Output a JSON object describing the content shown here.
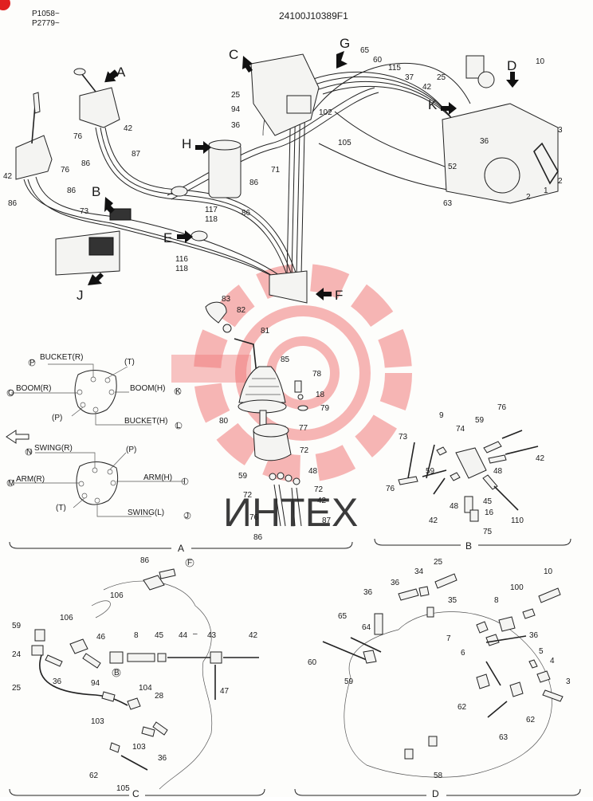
{
  "header": {
    "serial_line_1": "P1058~",
    "serial_line_2": "P2779~",
    "drawing_number": "24100J10389F1"
  },
  "watermark": {
    "text": "ИНТЕХ",
    "color": "#f07a7a"
  },
  "view_arrows": [
    "A",
    "B",
    "C",
    "D",
    "E",
    "F",
    "G",
    "H",
    "J",
    "K"
  ],
  "main_view": {
    "part_numbers": [
      "65",
      "60",
      "115",
      "37",
      "42",
      "25",
      "10",
      "3",
      "2",
      "1",
      "2",
      "52",
      "63",
      "36",
      "102",
      "105",
      "25",
      "94",
      "36",
      "71",
      "86",
      "86",
      "117",
      "118",
      "116",
      "118",
      "42",
      "87",
      "76",
      "86",
      "86",
      "76",
      "42",
      "86",
      "73"
    ]
  },
  "lever_view": {
    "part_numbers": [
      "83",
      "82",
      "81",
      "85",
      "78",
      "18",
      "79",
      "80",
      "77",
      "72",
      "48",
      "59",
      "72",
      "72",
      "42",
      "76",
      "87",
      "86"
    ]
  },
  "port_diagram_1": {
    "labels": [
      "BUCKET(R)",
      "(T)",
      "BOOM(R)",
      "BOOM(H)",
      "(P)",
      "BUCKET(H)"
    ],
    "markers": [
      "P",
      "O",
      "K",
      "L"
    ]
  },
  "port_diagram_2": {
    "labels": [
      "SWING(R)",
      "(P)",
      "ARM(R)",
      "ARM(H)",
      "(T)",
      "SWING(L)"
    ],
    "markers": [
      "N",
      "M",
      "I",
      "J"
    ]
  },
  "detail_b": {
    "title": "B",
    "part_numbers": [
      "9",
      "74",
      "59",
      "76",
      "73",
      "42",
      "59",
      "48",
      "76",
      "48",
      "45",
      "42",
      "16",
      "110",
      "75"
    ]
  },
  "detail_a_title": "A",
  "detail_c": {
    "title": "C",
    "part_numbers": [
      "86",
      "106",
      "59",
      "106",
      "46",
      "8",
      "45",
      "44",
      "43",
      "42",
      "24",
      "36",
      "94",
      "47",
      "25",
      "104",
      "28",
      "103",
      "103",
      "36",
      "62",
      "105"
    ],
    "markers": [
      "F",
      "B"
    ],
    "dash": "–"
  },
  "detail_d": {
    "title": "D",
    "part_numbers": [
      "25",
      "34",
      "36",
      "35",
      "10",
      "100",
      "8",
      "36",
      "65",
      "64",
      "7",
      "6",
      "36",
      "5",
      "4",
      "3",
      "60",
      "59",
      "62",
      "62",
      "63",
      "58"
    ]
  }
}
